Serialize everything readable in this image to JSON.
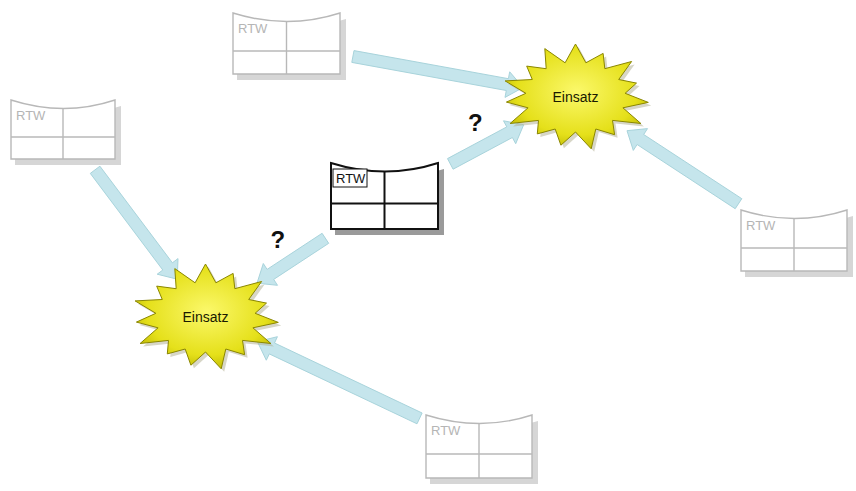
{
  "diagram": {
    "nodes": [
      {
        "text": [
          "RTW"
        ]
      },
      {
        "text": [
          "Einsatz"
        ]
      },
      {
        "text": [
          "RTW"
        ]
      },
      {
        "text": [
          "RTW"
        ]
      },
      {
        "text": [
          "RTW"
        ]
      },
      {
        "text": [
          "Einsatz"
        ]
      },
      {
        "text": [
          "RTW"
        ]
      }
    ],
    "edges": [
      {
        "from": 3,
        "to": 5,
        "arrow": "to",
        "label": "?"
      },
      {
        "from": 3,
        "to": 1,
        "arrow": "to",
        "label": "?"
      },
      {
        "from": 0,
        "to": 1,
        "arrow": "to"
      },
      {
        "from": 2,
        "to": 5,
        "arrow": "to"
      },
      {
        "from": 4,
        "to": 1,
        "arrow": "to"
      },
      {
        "from": 6,
        "to": 5,
        "arrow": "to"
      }
    ]
  }
}
